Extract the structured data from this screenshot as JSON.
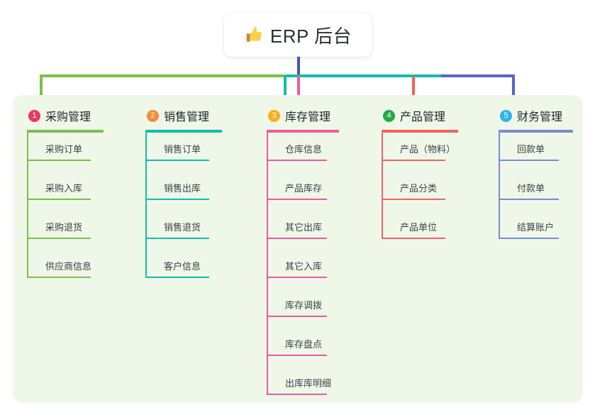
{
  "diagram": {
    "type": "mind-map",
    "root": {
      "icon": "thumbs-up-icon",
      "title": "ERP 后台"
    },
    "panel_color": "#eff7e9",
    "branches": [
      {
        "number": "1",
        "label": "采购管理",
        "badge_color": "#e8395f",
        "line_color": "#7cbf4c",
        "items": [
          "采购订单",
          "采购入库",
          "采购退货",
          "供应商信息"
        ]
      },
      {
        "number": "2",
        "label": "销售管理",
        "badge_color": "#f58b3c",
        "line_color": "#11bfa6",
        "items": [
          "销售订单",
          "销售出库",
          "销售退货",
          "客户信息"
        ]
      },
      {
        "number": "3",
        "label": "库存管理",
        "badge_color": "#f5b01e",
        "line_color": "#ef5a9c",
        "items": [
          "仓库信息",
          "产品库存",
          "其它出库",
          "其它入库",
          "库存调拨",
          "库存盘点",
          "出库库明细"
        ]
      },
      {
        "number": "4",
        "label": "产品管理",
        "badge_color": "#21a94a",
        "line_color": "#f4615f",
        "items": [
          "产品（物料）",
          "产品分类",
          "产品单位"
        ]
      },
      {
        "number": "5",
        "label": "财务管理",
        "badge_color": "#2fb3e8",
        "line_color": "#7b8ad4",
        "items": [
          "回款单",
          "付款单",
          "结算账户"
        ]
      }
    ]
  }
}
